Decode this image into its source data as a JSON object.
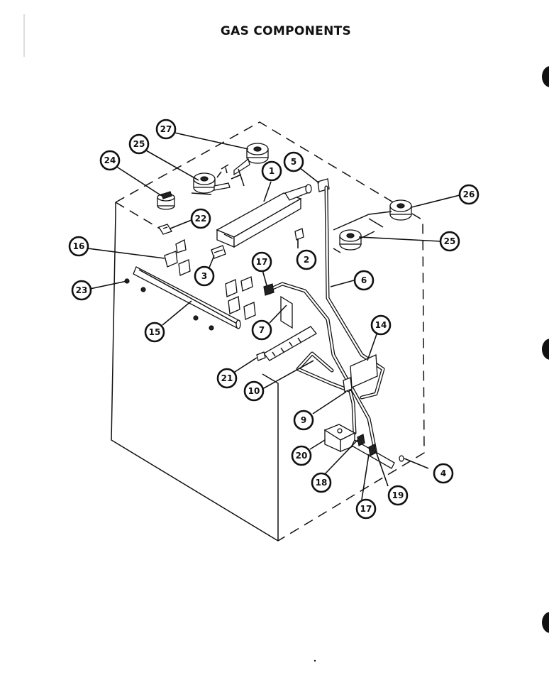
{
  "title": "GAS COMPONENTS",
  "callouts": [
    {
      "label": "1"
    },
    {
      "label": "2"
    },
    {
      "label": "3"
    },
    {
      "label": "4"
    },
    {
      "label": "5"
    },
    {
      "label": "6"
    },
    {
      "label": "7"
    },
    {
      "label": "9"
    },
    {
      "label": "10"
    },
    {
      "label": "14"
    },
    {
      "label": "15"
    },
    {
      "label": "16"
    },
    {
      "label": "17"
    },
    {
      "label": "17"
    },
    {
      "label": "18"
    },
    {
      "label": "19"
    },
    {
      "label": "20"
    },
    {
      "label": "21"
    },
    {
      "label": "22"
    },
    {
      "label": "23"
    },
    {
      "label": "24"
    },
    {
      "label": "25"
    },
    {
      "label": "25"
    },
    {
      "label": "26"
    },
    {
      "label": "27"
    }
  ]
}
